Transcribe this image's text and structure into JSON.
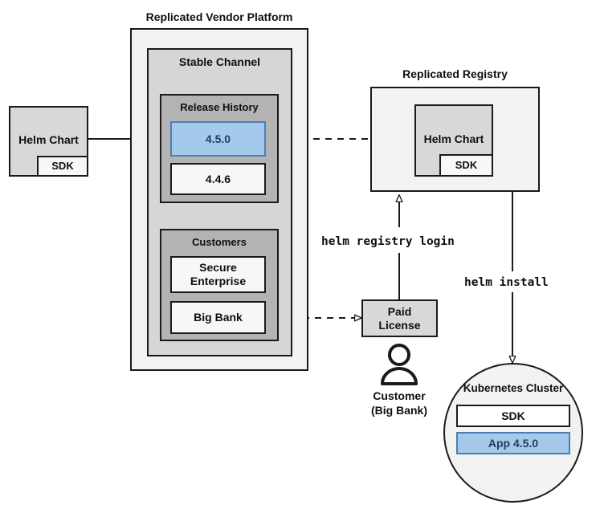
{
  "diagram": {
    "title_vendor_platform": "Replicated Vendor Platform",
    "title_registry": "Replicated Registry",
    "stable_channel": "Stable Channel",
    "release_history": "Release History",
    "customers": "Customers",
    "kubernetes_cluster": "Kubernetes Cluster"
  },
  "source_chart": {
    "name": "Helm Chart",
    "sdk": "SDK"
  },
  "releases": [
    {
      "version": "4.5.0",
      "state": "selected"
    },
    {
      "version": "4.4.6",
      "state": "normal"
    }
  ],
  "customer_list": [
    {
      "name": "Secure\nEnterprise"
    },
    {
      "name": "Big Bank"
    }
  ],
  "registry_chart": {
    "name": "Helm Chart",
    "sdk": "SDK"
  },
  "license": {
    "label": "Paid\nLicense"
  },
  "persona": {
    "line1": "Customer",
    "line2": "(Big Bank)",
    "icon": "user-icon"
  },
  "commands": {
    "registry_login": "helm registry login",
    "install": "helm install"
  },
  "cluster_items": [
    {
      "label": "SDK",
      "state": "normal"
    },
    {
      "label": "App 4.5.0",
      "state": "selected"
    }
  ],
  "colors": {
    "accent_fill": "#a4c9ea",
    "accent_border": "#4a7fb4",
    "accent_text": "#1c3f63",
    "stroke": "#1a1a1a",
    "platform_fill": "#f2f2f2",
    "channel_fill": "#d6d6d6",
    "group_fill": "#b3b3b3",
    "grey_fill": "#d8d8d8",
    "white_fill": "#f7f7f7"
  }
}
